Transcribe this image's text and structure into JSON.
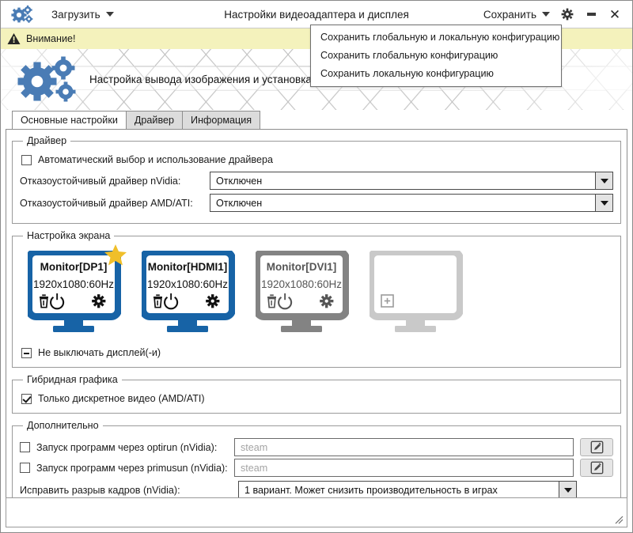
{
  "window": {
    "title": "Настройки видеоадаптера и дисплея",
    "app_icon": "gears-icon",
    "load_menu": "Загрузить",
    "save_menu": "Сохранить",
    "settings_icon": "gear-icon",
    "minimize_icon": "minimize-icon",
    "close_icon": "close-icon"
  },
  "save_dropdown": {
    "items": [
      {
        "label": "Сохранить глобальную и локальную конфигурацию"
      },
      {
        "label": "Сохранить глобальную конфигурацию"
      },
      {
        "label": "Сохранить локальную конфигурацию"
      }
    ]
  },
  "warning": {
    "icon": "warning-triangle-icon",
    "text": "Внимание!",
    "bg": "#f4f2bc"
  },
  "header": {
    "icon": "gears-icon",
    "text": "Настройка вывода изображения и установка драйвера видеокарты"
  },
  "tabs": [
    {
      "label": "Основные настройки",
      "active": true
    },
    {
      "label": "Драйвер",
      "active": false
    },
    {
      "label": "Информация",
      "active": false
    }
  ],
  "driver_group": {
    "legend": "Драйвер",
    "auto_checkbox": {
      "label": "Автоматический выбор и использование драйвера",
      "state": "unchecked"
    },
    "nvidia": {
      "label": "Отказоустойчивый драйвер nVidia:",
      "value": "Отключен"
    },
    "amd": {
      "label": "Отказоустойчивый драйвер AMD/ATI:",
      "value": "Отключен"
    }
  },
  "screen_group": {
    "legend": "Настройка экрана",
    "monitors": [
      {
        "name": "Monitor[DP1]",
        "mode": "1920x1080:60Hz",
        "enabled": true,
        "primary": true,
        "color": "#1763a6",
        "icons": [
          "trash-icon",
          "power-icon",
          "gear-icon"
        ]
      },
      {
        "name": "Monitor[HDMI1]",
        "mode": "1920x1080:60Hz",
        "enabled": true,
        "primary": false,
        "color": "#1763a6",
        "icons": [
          "trash-icon",
          "power-icon",
          "gear-icon"
        ]
      },
      {
        "name": "Monitor[DVI1]",
        "mode": "1920x1080:60Hz",
        "enabled": false,
        "primary": false,
        "color": "#838383",
        "icons": [
          "trash-icon",
          "power-icon",
          "gear-icon"
        ]
      },
      {
        "name": "",
        "mode": "",
        "enabled": false,
        "primary": false,
        "placeholder": true,
        "color": "#c9c9c9",
        "icons": [
          "plus-icon"
        ]
      }
    ],
    "keep_on_checkbox": {
      "label": "Не выключать дисплей(-и)",
      "state": "indeterminate"
    }
  },
  "hybrid_group": {
    "legend": "Гибридная графика",
    "discrete_checkbox": {
      "label": "Только дискретное видео (AMD/ATI)",
      "state": "checked"
    }
  },
  "extra_group": {
    "legend": "Дополнительно",
    "optirun": {
      "checkbox_state": "unchecked",
      "label": "Запуск программ через optirun (nVidia):",
      "placeholder": "steam",
      "value": "",
      "edit_icon": "pencil-square-icon"
    },
    "primusrun": {
      "checkbox_state": "unchecked",
      "label": "Запуск программ через primusun (nVidia):",
      "placeholder": "steam",
      "value": "",
      "edit_icon": "pencil-square-icon"
    },
    "tearfree": {
      "label": "Исправить разрыв кадров (nVidia):",
      "value": "1 вариант. Может снизить производительность в играх"
    }
  },
  "colors": {
    "accent_blue": "#1763a6",
    "star_gold": "#f0bf2a",
    "warning_bg": "#f4f2bc",
    "disabled_gray": "#838383"
  }
}
